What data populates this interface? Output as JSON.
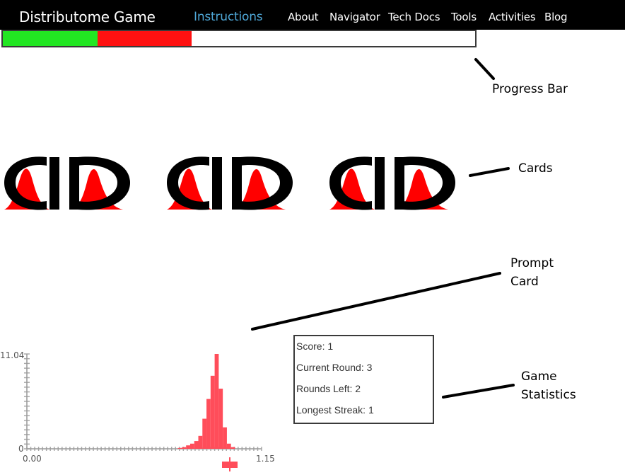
{
  "navbar": {
    "brand": "Distributome Game",
    "links": [
      {
        "label": "Instructions",
        "active": true
      },
      {
        "label": "About"
      },
      {
        "label": "Navigator"
      },
      {
        "label": "Tech Docs"
      },
      {
        "label": "Tools"
      },
      {
        "label": "Activities"
      },
      {
        "label": "Blog"
      }
    ]
  },
  "progress": {
    "correct_fraction": 0.2,
    "wrong_fraction": 0.2,
    "colors": {
      "correct": "#22e622",
      "wrong": "#ff1111",
      "empty": "#ffffff",
      "border": "#3a3a3a"
    }
  },
  "annotations": {
    "progress_bar": "Progress Bar",
    "cards": "Cards",
    "prompt_card_line1": "Prompt",
    "prompt_card_line2": "Card",
    "game_statistics_line1": "Game",
    "game_statistics_line2": "Statistics"
  },
  "cards": [
    {
      "logo_icon": "distributome-logo-icon"
    },
    {
      "logo_icon": "distributome-logo-icon"
    },
    {
      "logo_icon": "distributome-logo-icon"
    }
  ],
  "histogram": {
    "y_max_label": "11.04",
    "y_zero_label": "0",
    "x_min_label": "0.00",
    "x_max_label": "1.15",
    "bar_color": "#ff4d5a",
    "x_range": [
      0.0,
      1.15
    ],
    "y_range": [
      0,
      11.04
    ],
    "bin_start": 0.74,
    "bin_width": 0.02,
    "bin_values": [
      0.1,
      0.2,
      0.4,
      0.6,
      0.9,
      1.5,
      3.5,
      5.8,
      8.5,
      11.04,
      7.0,
      2.5,
      0.6,
      0.2
    ]
  },
  "stats": {
    "score_label": "Score: 1",
    "current_round_label": "Current Round: 3",
    "rounds_left_label": "Rounds Left: 2",
    "longest_streak_label": "Longest Streak: 1"
  }
}
